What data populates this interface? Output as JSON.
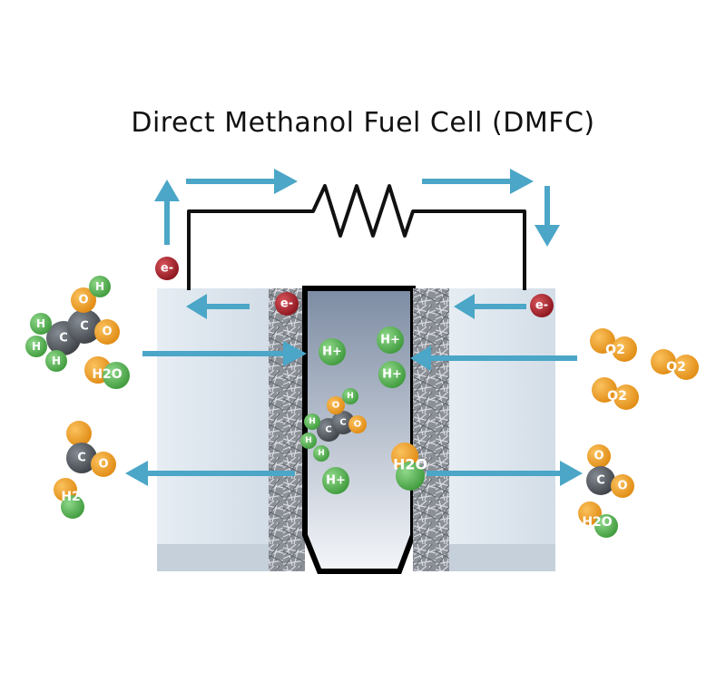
{
  "title": "Direct Methanol Fuel Cell (DMFC)",
  "labels": {
    "electron": "e-",
    "proton": "H+",
    "water": "H2O",
    "oxygen": "O2",
    "hydrogen_atom": "H",
    "oxygen_atom": "O",
    "carbon_atom": "C"
  },
  "colors": {
    "arrow": "#4ba6c7",
    "hydrogen": "#5cb554",
    "oxygen": "#f0a227",
    "carbon": "#555a60",
    "electron": "#a8232b",
    "electrode": "#dfe7ef",
    "membrane_top": "#7d8ca3",
    "membrane_bottom": "#f3f5f9"
  }
}
